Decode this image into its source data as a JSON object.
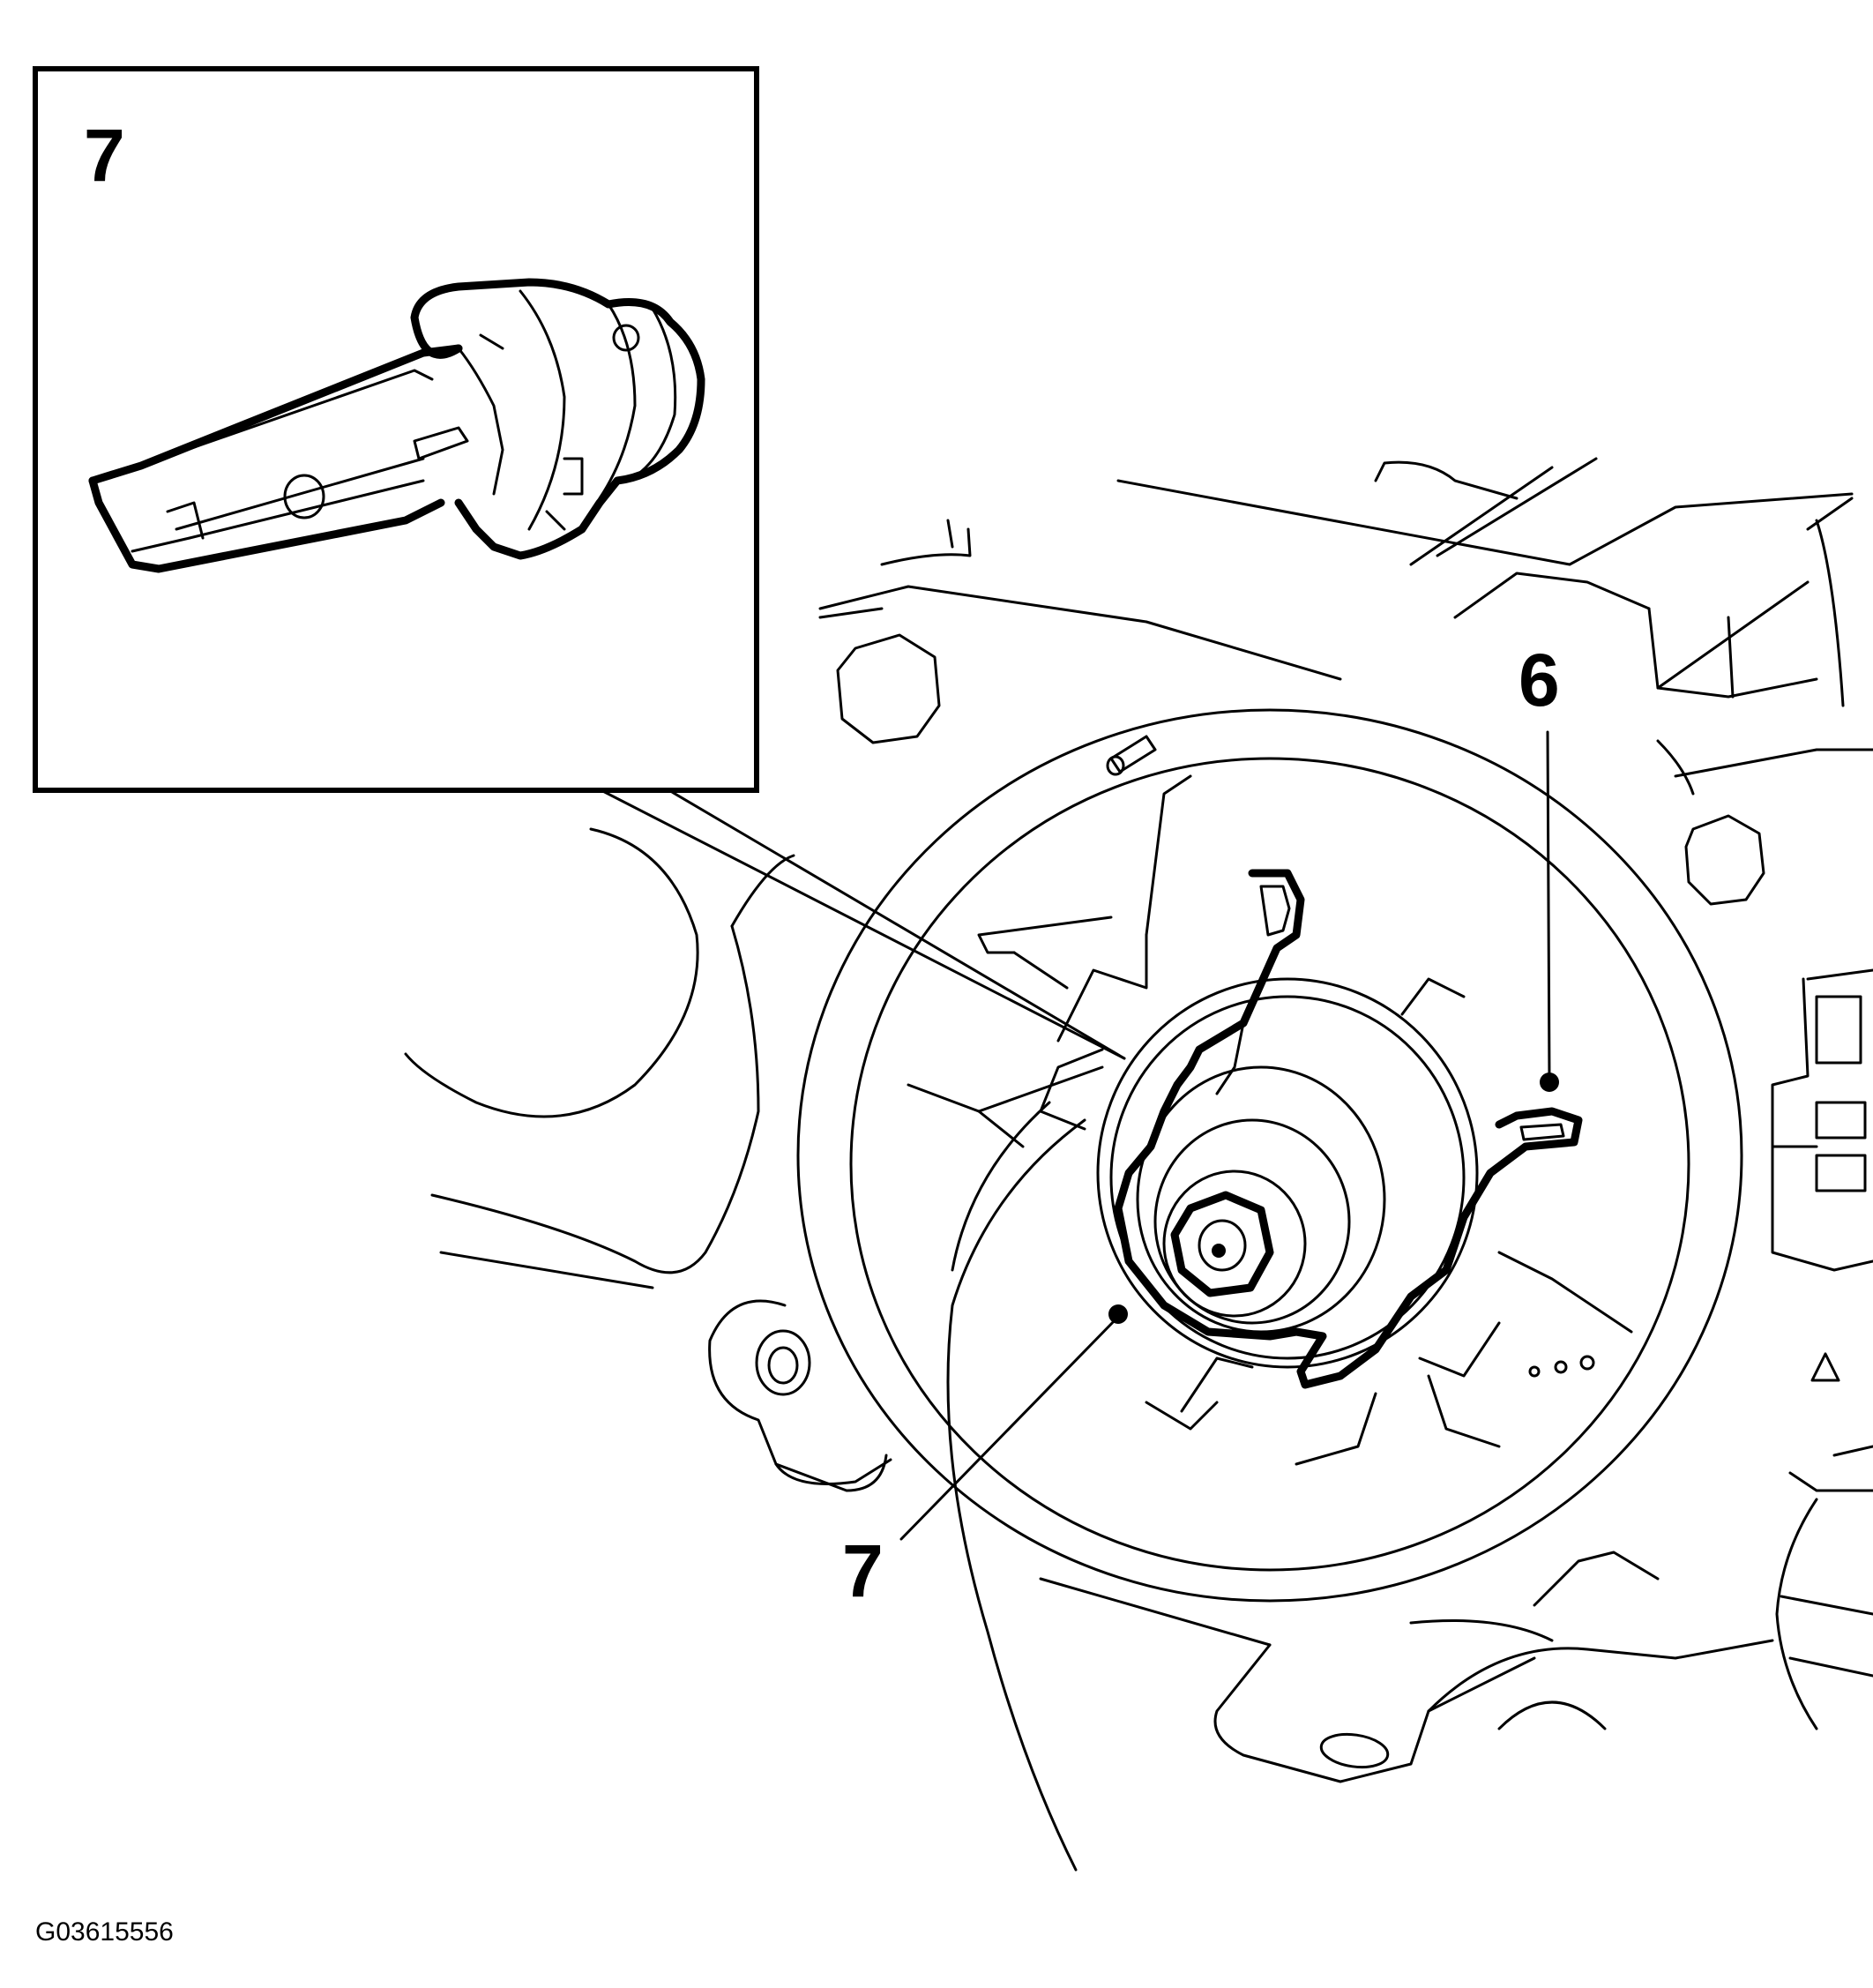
{
  "figure": {
    "id": "G03615556",
    "inset": {
      "callout": "7"
    },
    "callouts": [
      {
        "label": "6",
        "part": "retaining-clip"
      },
      {
        "label": "7",
        "part": "xenon-bulb"
      }
    ]
  },
  "colors": {
    "line": "#000000",
    "background": "#ffffff"
  }
}
